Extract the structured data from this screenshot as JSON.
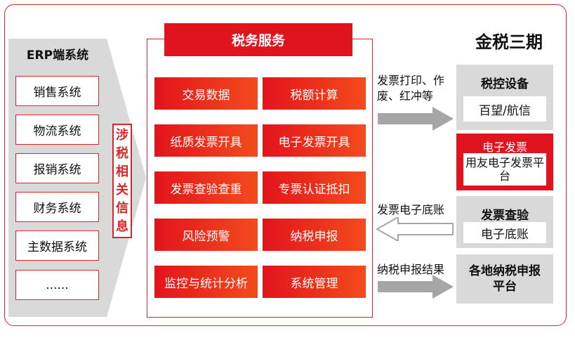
{
  "erp": {
    "title": "ERP端系统",
    "items": [
      "销售系统",
      "物流系统",
      "报销系统",
      "财务系统",
      "主数据系统",
      "......"
    ]
  },
  "vertical_label": [
    "涉",
    "税",
    "相",
    "关",
    "信",
    "息"
  ],
  "tax_service": {
    "title": "税务服务",
    "items": [
      "交易数据",
      "税额计算",
      "纸质发票开具",
      "电子发票开具",
      "发票查验查重",
      "专票认证抵扣",
      "风险预警",
      "纳税申报",
      "监控与统计分析",
      "系统管理"
    ]
  },
  "golden_tax": {
    "title": "金税三期",
    "tax_control": {
      "title": "税控设备",
      "value": "百望/航信"
    },
    "e_invoice": {
      "title": "电子发票",
      "value": "用友电子发票平台"
    },
    "invoice_check": {
      "title": "发票查验",
      "value": "电子底账"
    },
    "local_tax": {
      "title": "各地纳税申报平台"
    }
  },
  "flows": {
    "to_tax_control": "发票打印、作废、红冲等",
    "from_check": "发票电子底账",
    "to_local": "纳税申报结果"
  }
}
